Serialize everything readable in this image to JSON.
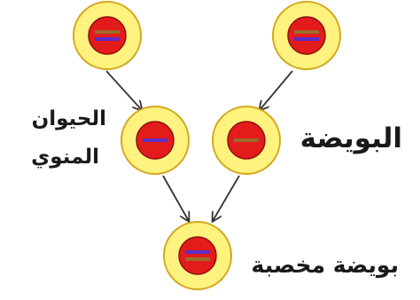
{
  "labels": {
    "sperm_line1": "الحيوان",
    "sperm_line2": "المنوي",
    "egg": "البويضة",
    "zygote": "بويضة مخصبة"
  },
  "colors": {
    "outer_fill": "#FFF27F",
    "outer_stroke": "#D4A81F",
    "nucleus_fill": "#E41B1B",
    "nucleus_stroke": "#8C1010",
    "chromosome_brown": "#9A6B2A",
    "chromosome_purple": "#5A2FC8",
    "arrow": "#333333"
  },
  "cells": [
    {
      "id": "top-left-cell",
      "chromosomes": [
        "brown",
        "purple"
      ]
    },
    {
      "id": "top-right-cell",
      "chromosomes": [
        "brown",
        "purple"
      ]
    },
    {
      "id": "sperm-cell",
      "chromosomes": [
        "purple"
      ]
    },
    {
      "id": "egg-cell",
      "chromosomes": [
        "brown"
      ]
    },
    {
      "id": "zygote-cell",
      "chromosomes": [
        "purple",
        "brown"
      ]
    }
  ]
}
